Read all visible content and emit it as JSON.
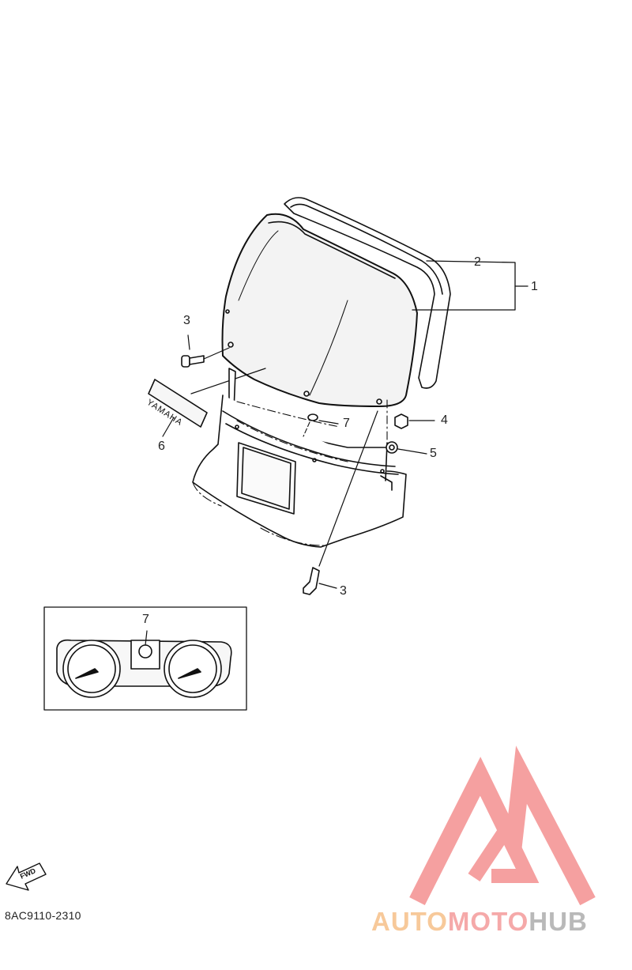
{
  "callouts": {
    "c1": "1",
    "c2": "2",
    "c3_top": "3",
    "c3_bottom": "3",
    "c4": "4",
    "c5": "5",
    "c6": "6",
    "c7_main": "7",
    "c7_inset": "7"
  },
  "emblem_text": "YAMAHA",
  "fwd_text": "FWD",
  "diagram_code": "8AC9110-2310",
  "logo": {
    "part1": "AUTO",
    "part2": "MOTO",
    "part3": "HUB"
  }
}
